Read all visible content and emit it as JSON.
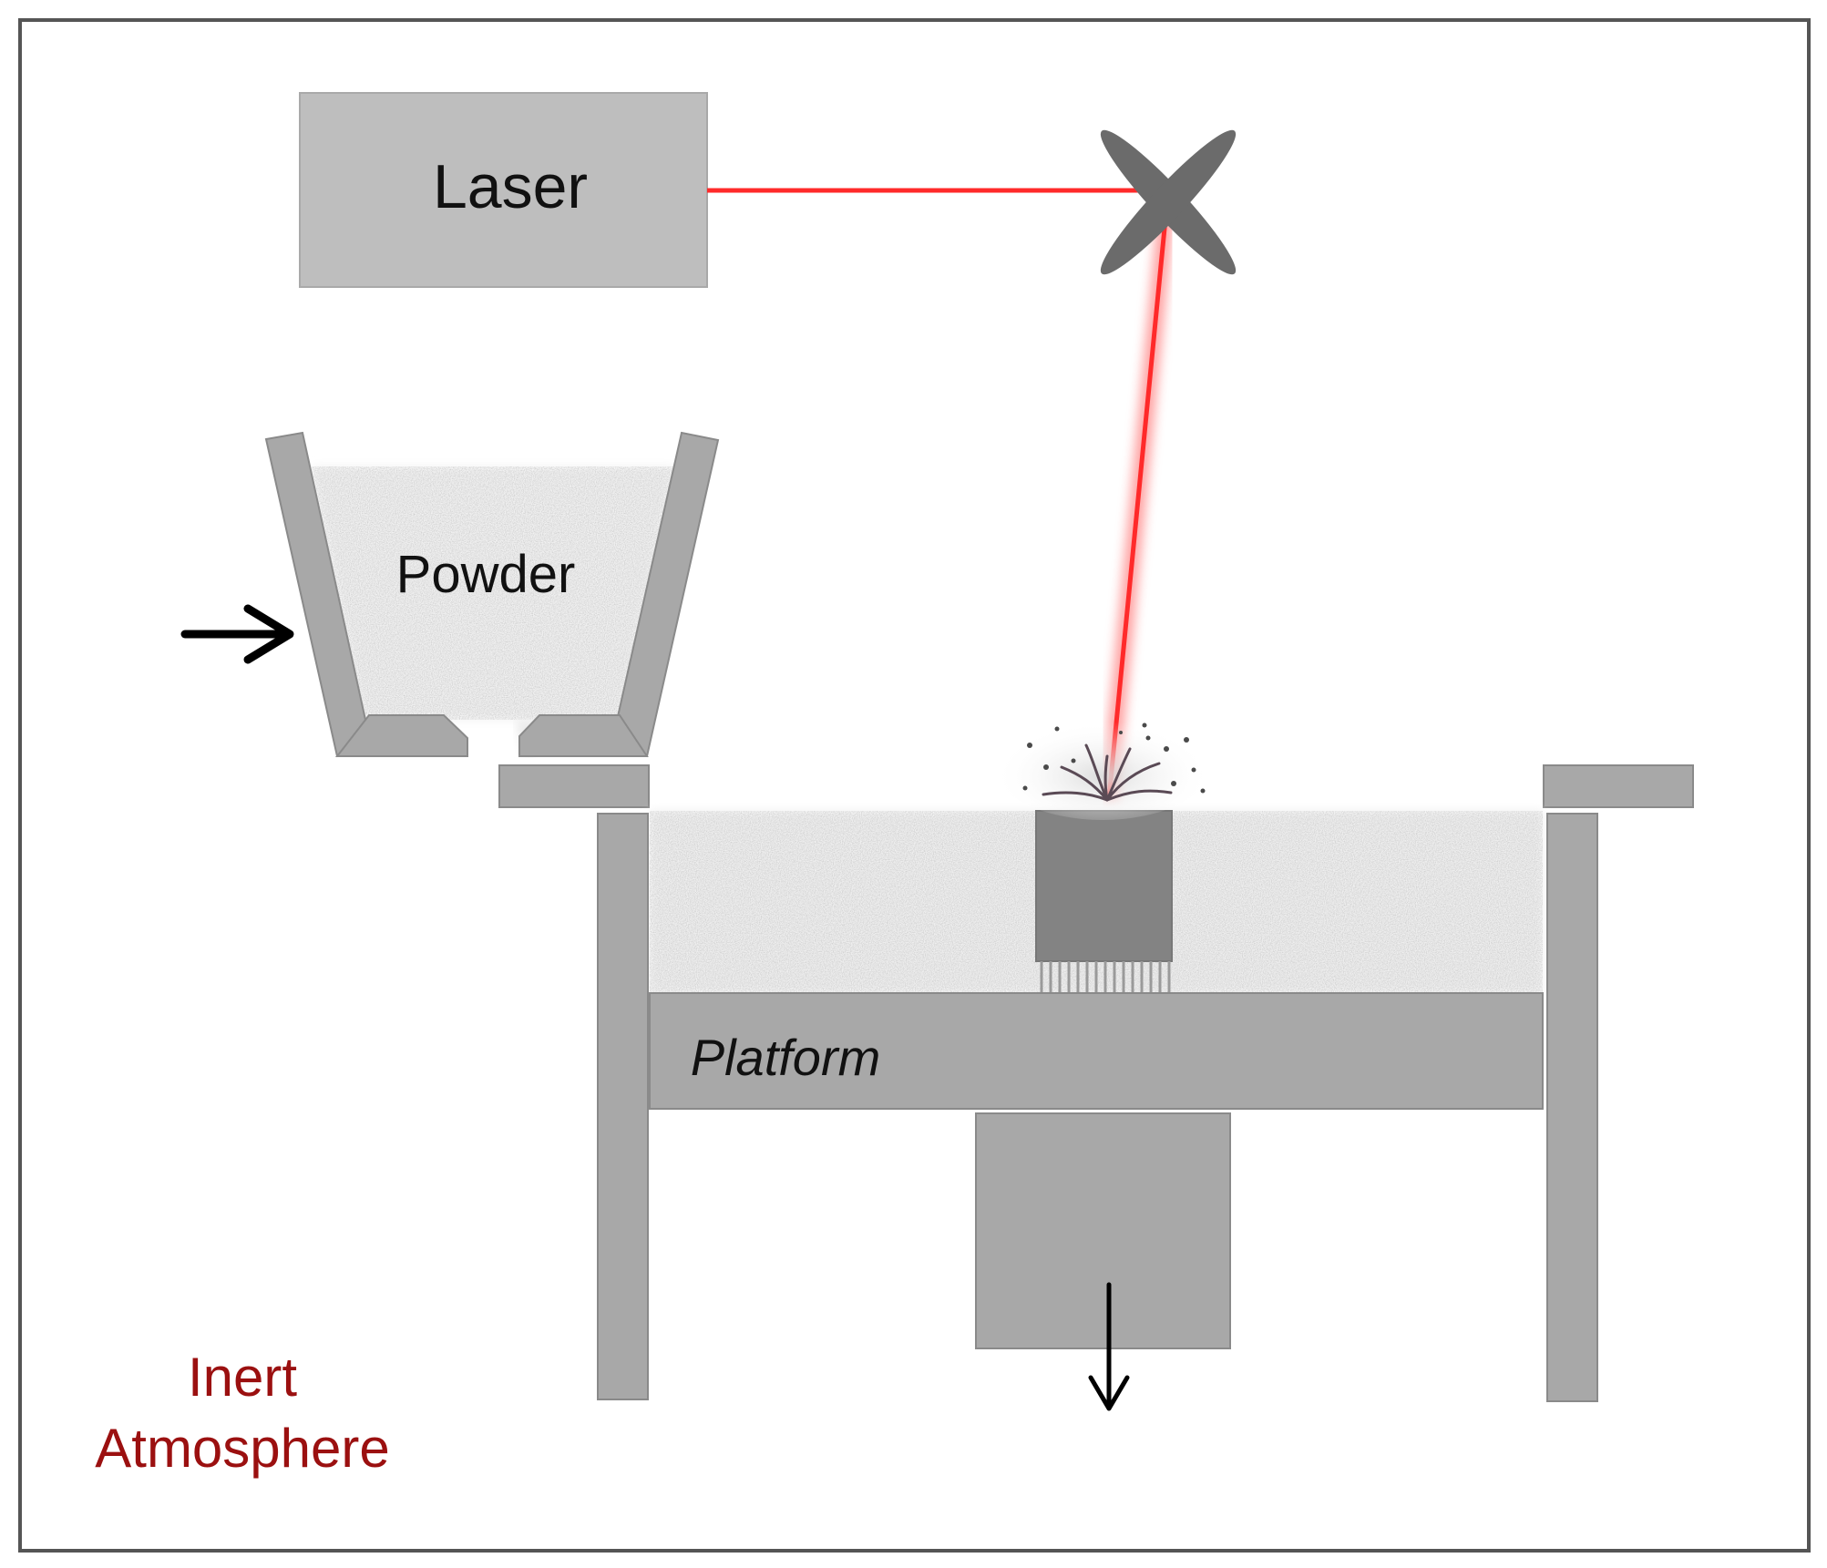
{
  "labels": {
    "laser": "Laser",
    "powder": "Powder",
    "platform": "Platform",
    "inert_line1": "Inert",
    "inert_line2": "Atmosphere"
  },
  "colors": {
    "frame": "#555555",
    "part_gray": "#a8a8a8",
    "part_edge": "#8a8a8a",
    "laser_box": "#bebebe",
    "built_part": "#838383",
    "beam": "#ff2a2a",
    "inert_text": "#9b1010",
    "text": "#111111"
  },
  "icons": {
    "mirror": "x-shaped-mirror-icon",
    "feed_arrow": "right-arrow-icon",
    "lower_arrow": "down-arrow-icon"
  }
}
